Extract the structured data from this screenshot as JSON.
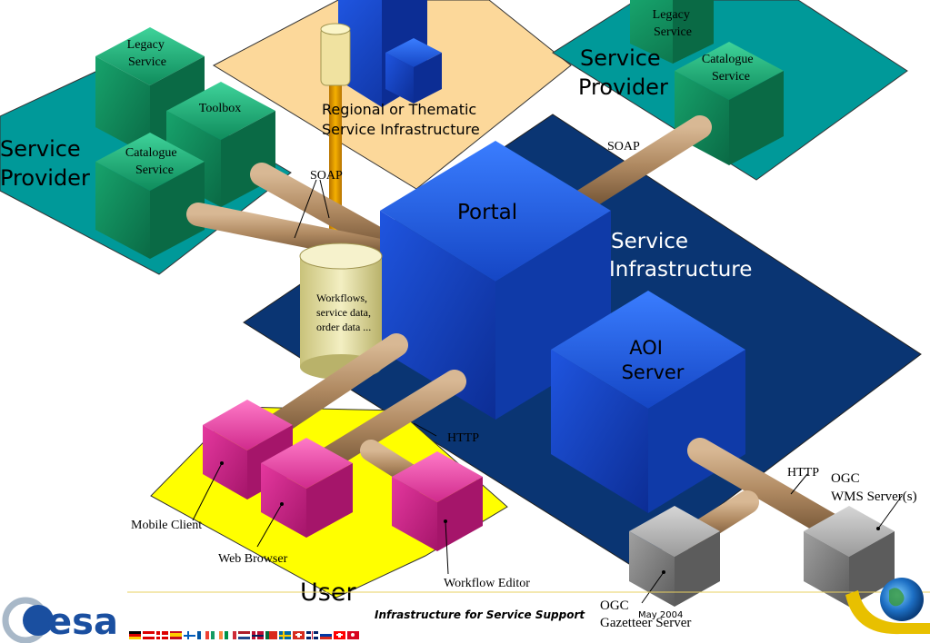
{
  "labels": {
    "left_provider_line1": "Service",
    "left_provider_line2": "Provider",
    "right_provider_line1": "Service",
    "right_provider_line2": "Provider",
    "regional_line1": "Regional or Thematic",
    "regional_line2": "Service Infrastructure",
    "service_infra_line1": "Service",
    "service_infra_line2": "Infrastructure",
    "portal": "Portal",
    "aoi_line1": "AOI",
    "aoi_line2": "Server",
    "user": "User",
    "soap_left": "SOAP",
    "soap_right": "SOAP",
    "http_user": "HTTP",
    "http_right": "HTTP",
    "wms_line1": "OGC",
    "wms_line2": "WMS Server(s)",
    "gazetteer_line1": "OGC",
    "gazetteer_line2": "Gazetteer Server",
    "mobile_client": "Mobile Client",
    "web_browser": "Web Browser",
    "workflow_editor": "Workflow Editor",
    "db_line1": "Workflows,",
    "db_line2": "service data,",
    "db_line3": "order data ...",
    "legacy_left_line1": "Legacy",
    "legacy_left_line2": "Service",
    "toolbox": "Toolbox",
    "catalogue_left_line1": "Catalogue",
    "catalogue_left_line2": "Service",
    "legacy_right_line1": "Legacy",
    "legacy_right_line2": "Service",
    "catalogue_right_line1": "Catalogue",
    "catalogue_right_line2": "Service"
  },
  "footer": {
    "logo_text": "esa",
    "title": "Infrastructure for Service Support",
    "date": "May 2004"
  },
  "colors": {
    "teal_platform": "#009999",
    "service_infra_platform": "#0a3573",
    "regional_platform": "#fcd89a",
    "user_platform": "#ffff00",
    "green_cube": "#14a86e",
    "blue_cube": "#1a4fd6",
    "pink_cube": "#e0329a",
    "grey_cube": "#8c8c8c",
    "pipe": "#b08a62",
    "db": "#e8e3a6"
  }
}
